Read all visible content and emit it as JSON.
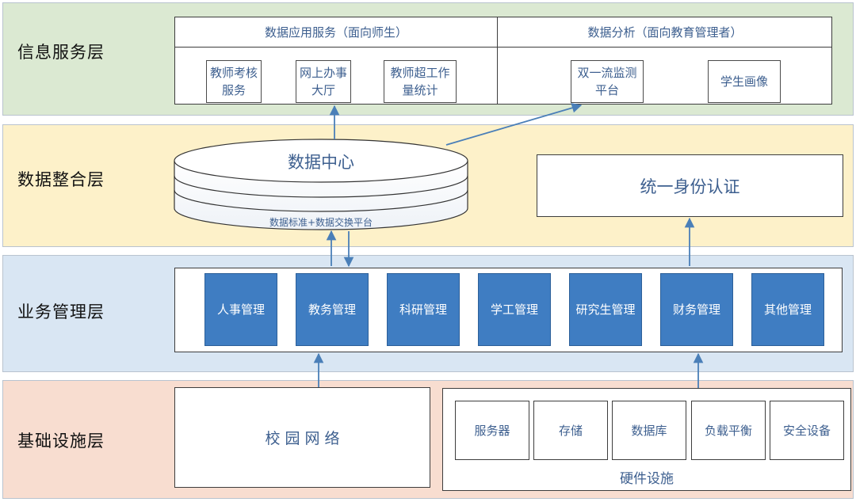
{
  "layers": {
    "info": "信息服务层",
    "data": "数据整合层",
    "business": "业务管理层",
    "infra": "基础设施层"
  },
  "info_services": {
    "left_header": "数据应用服务（面向师生）",
    "right_header": "数据分析（面向教育管理者）",
    "items": [
      "教师考核服务",
      "网上办事大厅",
      "教师超工作量统计",
      "双一流监测平台",
      "学生画像"
    ]
  },
  "data_layer": {
    "data_center": "数据中心",
    "platform": "数据标准+数据交换平台",
    "auth": "统一身份认证"
  },
  "business_items": [
    "人事管理",
    "教务管理",
    "科研管理",
    "学工管理",
    "研究生管理",
    "财务管理",
    "其他管理"
  ],
  "infra": {
    "network": "校 园 网 络",
    "hardware_items": [
      "服务器",
      "存储",
      "数据库",
      "负载平衡",
      "安全设备"
    ],
    "hardware_label": "硬件设施"
  },
  "colors": {
    "info_band": "#dbe9d2",
    "data_band": "#fdf1c9",
    "business_band": "#d9e6f3",
    "infra_band": "#f8ddd0",
    "module_blue": "#3f7dc2",
    "arrow": "#4a7fb8",
    "text_blue": "#3d5f8f"
  }
}
